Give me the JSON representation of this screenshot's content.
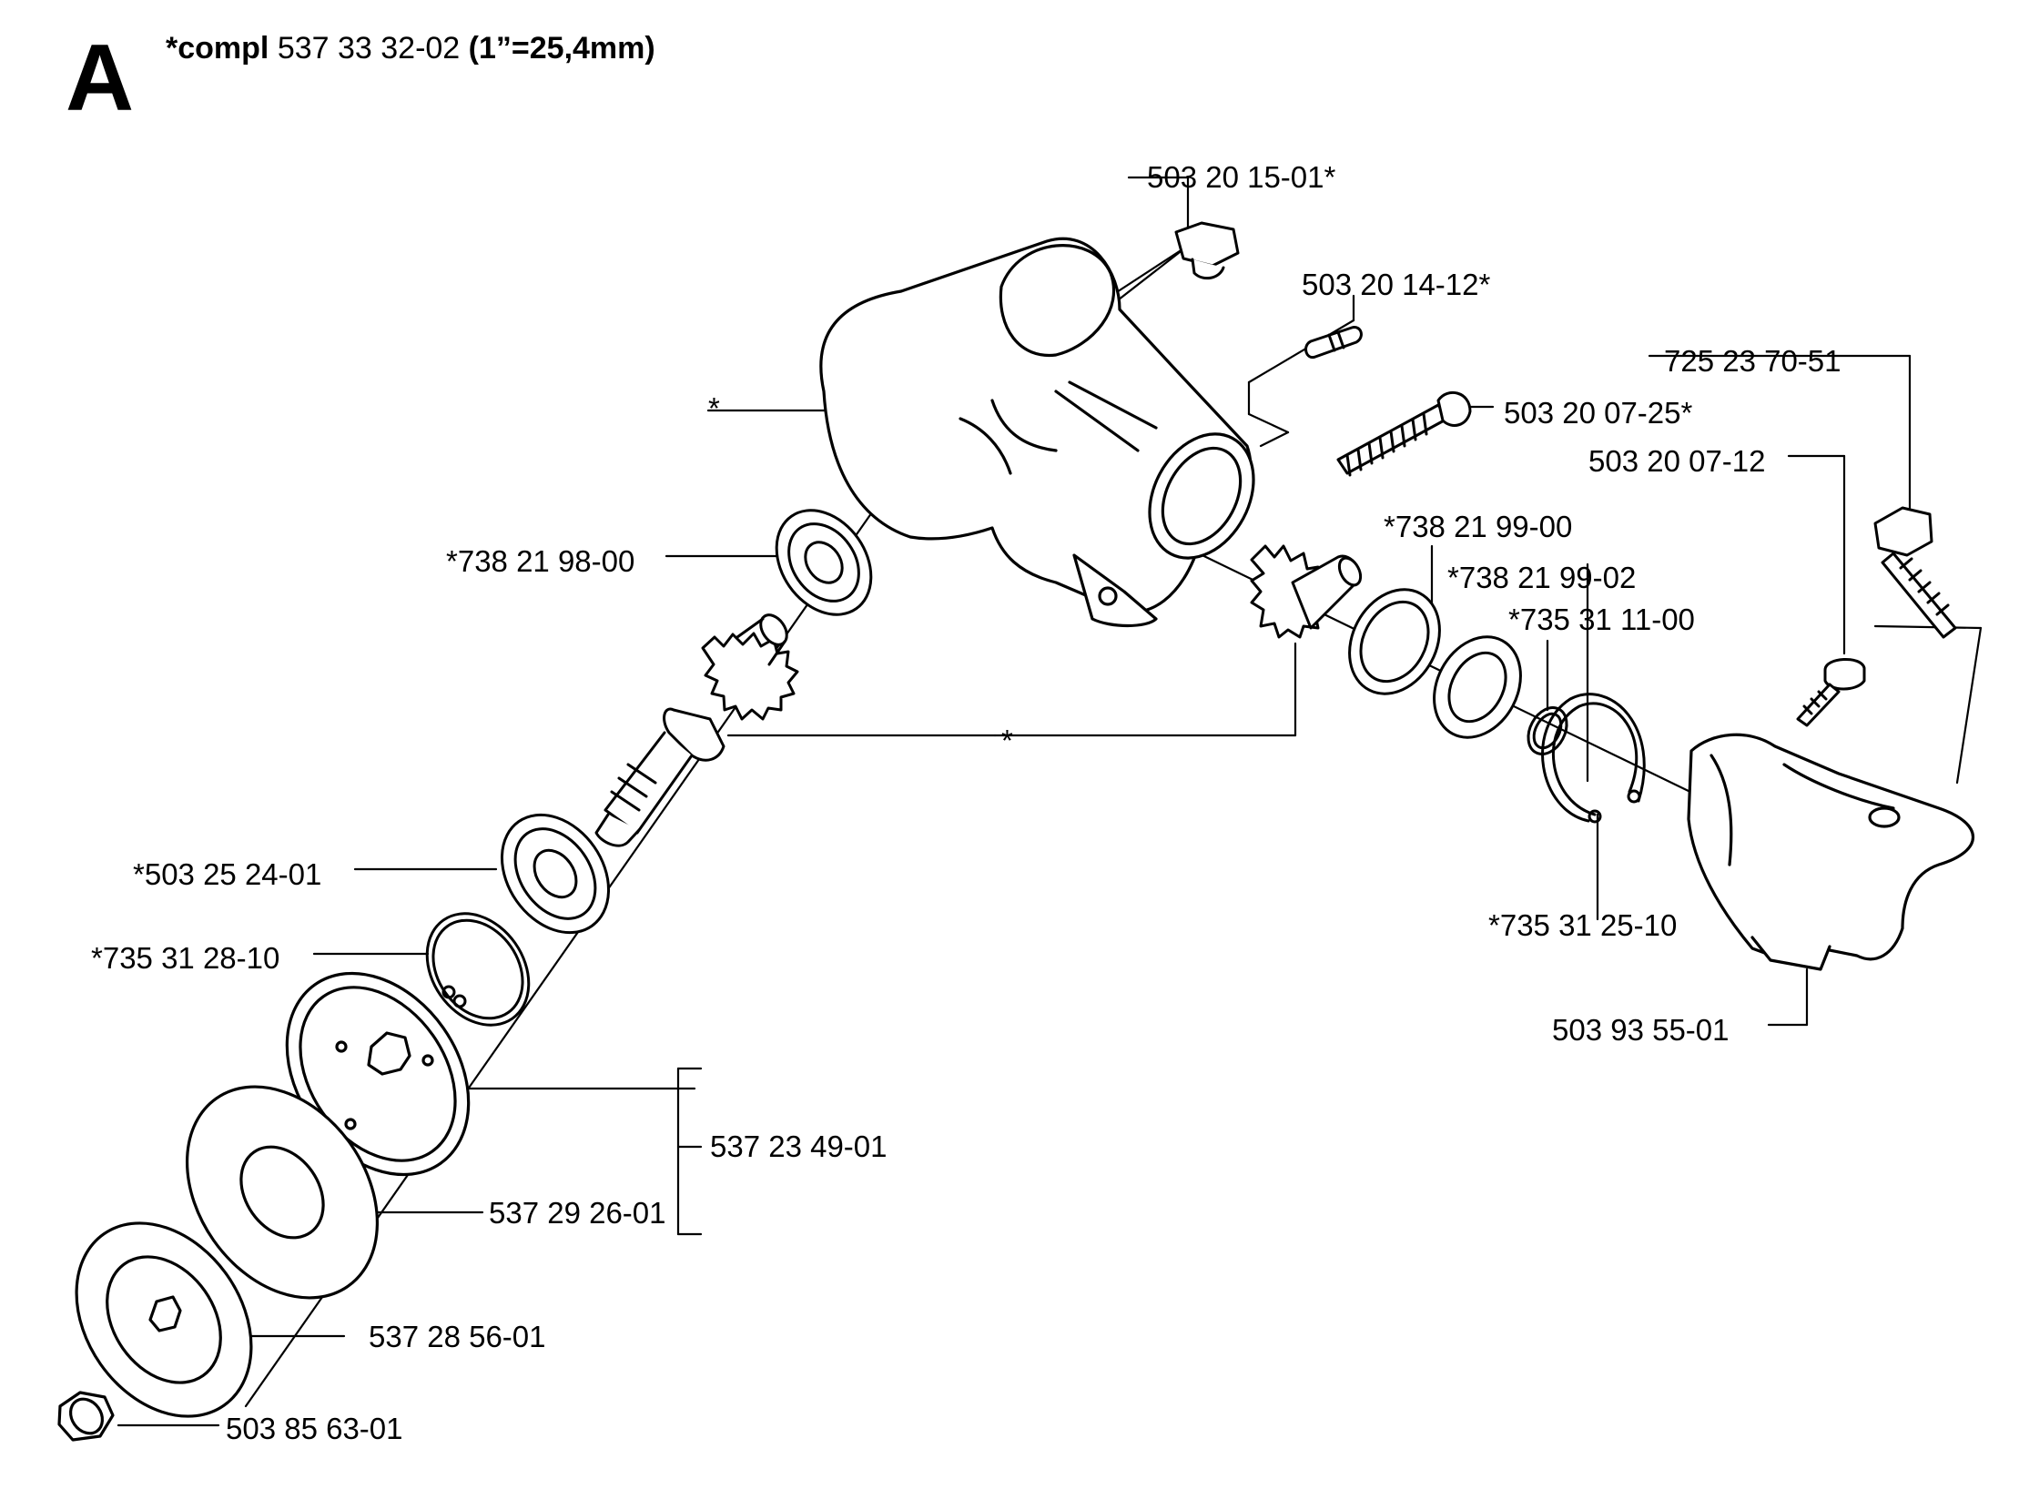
{
  "section_letter": "A",
  "header": {
    "compl_prefix": "*compl",
    "part_number": "537 33 32-02",
    "scale_note": "(1”=25,4mm)"
  },
  "part_labels": {
    "p_503_20_15_01": "503 20 15-01*",
    "p_503_20_14_12": "503 20 14-12*",
    "p_503_20_07_25": "503 20 07-25*",
    "p_725_23_70_51": "725 23 70-51",
    "p_503_20_07_12": "503 20 07-12",
    "p_housing_star": "*",
    "p_738_21_98_00": "*738 21 98-00",
    "p_738_21_99_00": "*738 21 99-00",
    "p_738_21_99_02": "*738 21 99-02",
    "p_735_31_11_00": "*735 31 11-00",
    "p_gear_star": "*",
    "p_503_25_24_01": "*503 25 24-01",
    "p_735_31_25_10": "*735 31 25-10",
    "p_735_31_28_10": "*735 31 28-10",
    "p_503_93_55_01": "503 93 55-01",
    "p_537_23_49_01": "537 23 49-01",
    "p_537_29_26_01": "537 29 26-01",
    "p_537_28_56_01": "537 28 56-01",
    "p_503_85_63_01": "503 85 63-01"
  }
}
